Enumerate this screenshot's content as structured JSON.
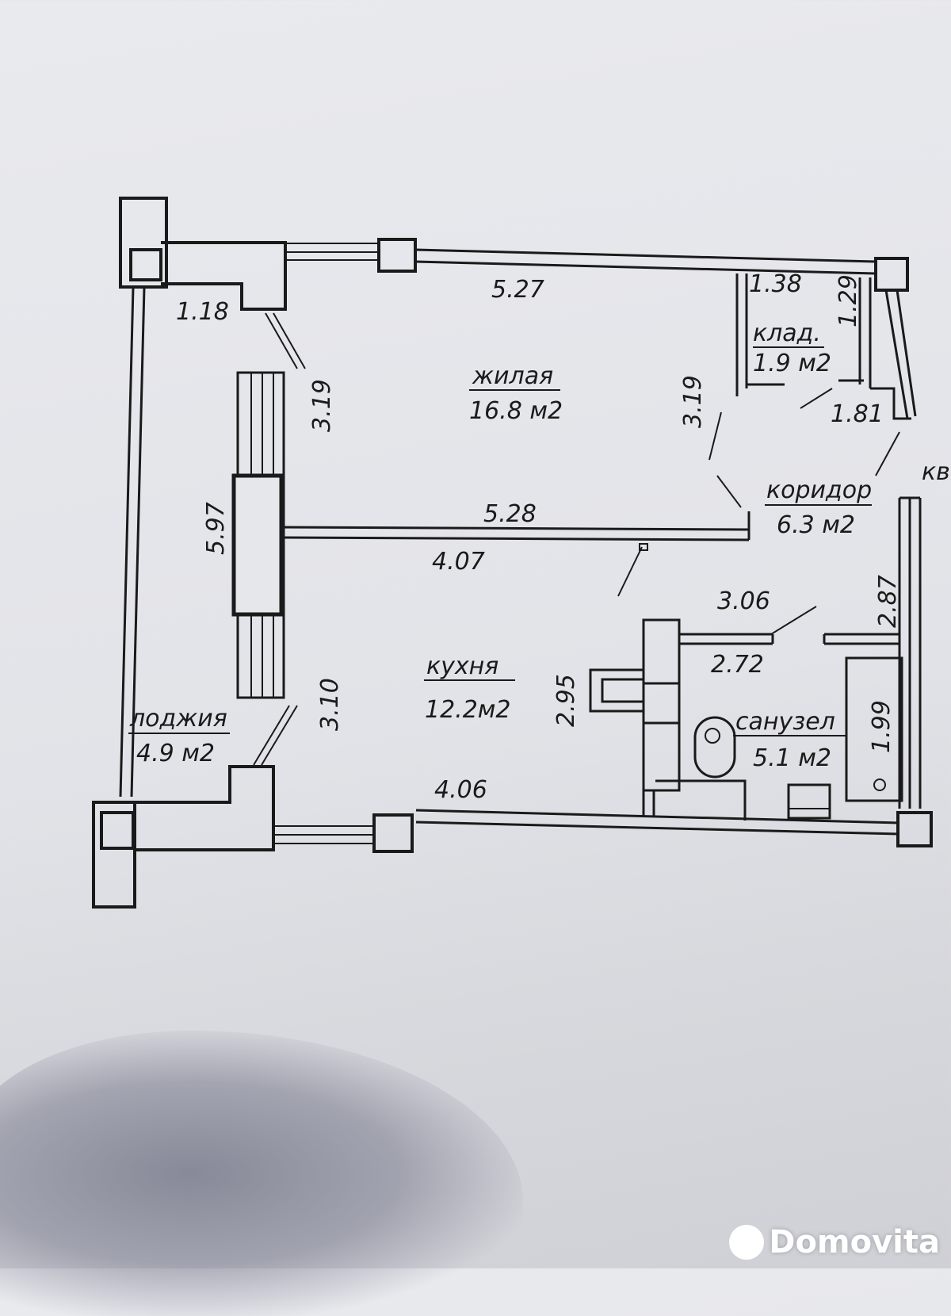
{
  "rooms": {
    "living": {
      "name": "жилая",
      "area": "16.8 м2"
    },
    "storage": {
      "name": "клад.",
      "area": "1.9 м2"
    },
    "corridor": {
      "name": "коридор",
      "area": "6.3 м2"
    },
    "kitchen": {
      "name": "кухня",
      "area": "12.2м2"
    },
    "bathroom": {
      "name": "санузел",
      "area": "5.1 м2"
    },
    "loggia": {
      "name": "лоджия",
      "area": "4.9 м2"
    }
  },
  "dimensions": {
    "d_527": "5.27",
    "d_118": "1.18",
    "d_319a": "3.19",
    "d_319b": "3.19",
    "d_138": "1.38",
    "d_129": "1.29",
    "d_181": "1.81",
    "d_597": "5.97",
    "d_528": "5.28",
    "d_407": "4.07",
    "d_306": "3.06",
    "d_287": "2.87",
    "d_272": "2.72",
    "d_295": "2.95",
    "d_310": "3.10",
    "d_199": "1.99",
    "d_406": "4.06"
  },
  "edge_text": "кв",
  "watermark": {
    "text": "Domovita",
    "icon": "domovita-logo-icon"
  }
}
